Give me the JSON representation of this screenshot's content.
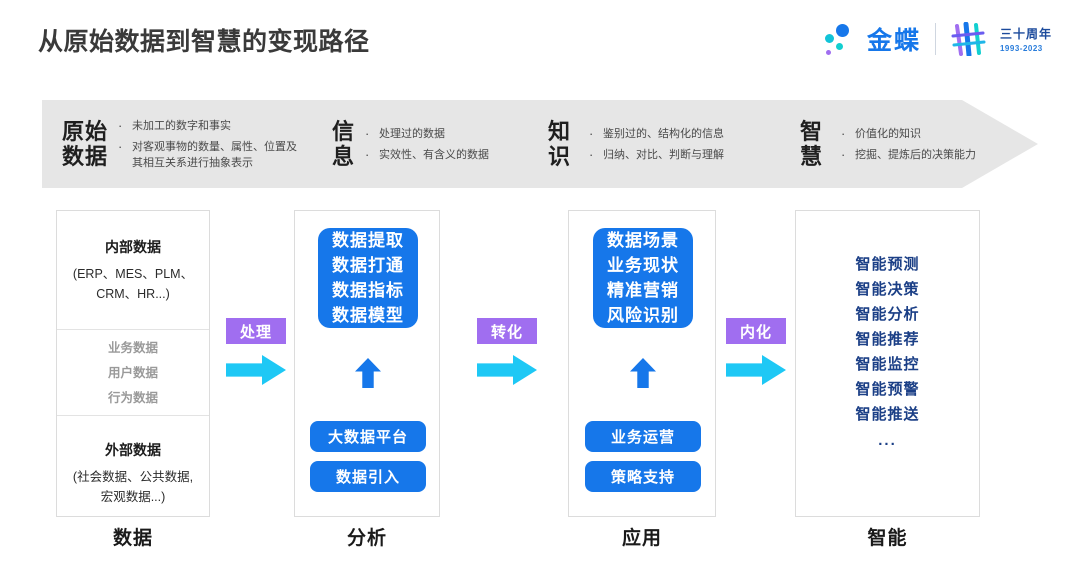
{
  "header": {
    "title": "从原始数据到智慧的变现路径",
    "brand": {
      "name": "金蝶",
      "anniversary_cn": "三十周年",
      "anniversary_years": "1993-2023"
    }
  },
  "banner": {
    "segments": [
      {
        "title": "原始\n数据",
        "bullets": [
          "未加工的数字和事实",
          "对客观事物的数量、属性、位置及其相互关系进行抽象表示"
        ]
      },
      {
        "title": "信\n息",
        "bullets": [
          "处理过的数据",
          "实效性、有含义的数据"
        ]
      },
      {
        "title": "知\n识",
        "bullets": [
          "鉴别过的、结构化的信息",
          "归纳、对比、判断与理解"
        ]
      },
      {
        "title": "智\n慧",
        "bullets": [
          "价值化的知识",
          "挖掘、提炼后的决策能力"
        ]
      }
    ]
  },
  "columns": [
    {
      "label": "数据",
      "top_heading": "内部数据",
      "top_sub": "(ERP、MES、PLM、\nCRM、HR...)",
      "middle_items": [
        "业务数据",
        "用户数据",
        "行为数据"
      ],
      "bottom_heading": "外部数据",
      "bottom_sub": "(社会数据、公共数据,\n宏观数据...)"
    },
    {
      "label": "分析",
      "box_items": [
        "数据提取",
        "数据打通",
        "数据指标",
        "数据模型"
      ],
      "pills": [
        "大数据平台",
        "数据引入"
      ]
    },
    {
      "label": "应用",
      "box_items": [
        "数据场景",
        "业务现状",
        "精准营销",
        "风险识别"
      ],
      "pills": [
        "业务运营",
        "策略支持"
      ]
    },
    {
      "label": "智能",
      "list_items": [
        "智能预测",
        "智能决策",
        "智能分析",
        "智能推荐",
        "智能监控",
        "智能预警",
        "智能推送",
        "..."
      ]
    }
  ],
  "connectors": [
    {
      "label": "处理"
    },
    {
      "label": "转化"
    },
    {
      "label": "内化"
    }
  ],
  "colors": {
    "primary_blue": "#1677ea",
    "accent_purple": "#a06ef0",
    "accent_cyan": "#1ec8f5",
    "banner_gray": "#e6e6e6",
    "navy_text": "#1b3f86",
    "muted_gray": "#9a9a9a"
  }
}
